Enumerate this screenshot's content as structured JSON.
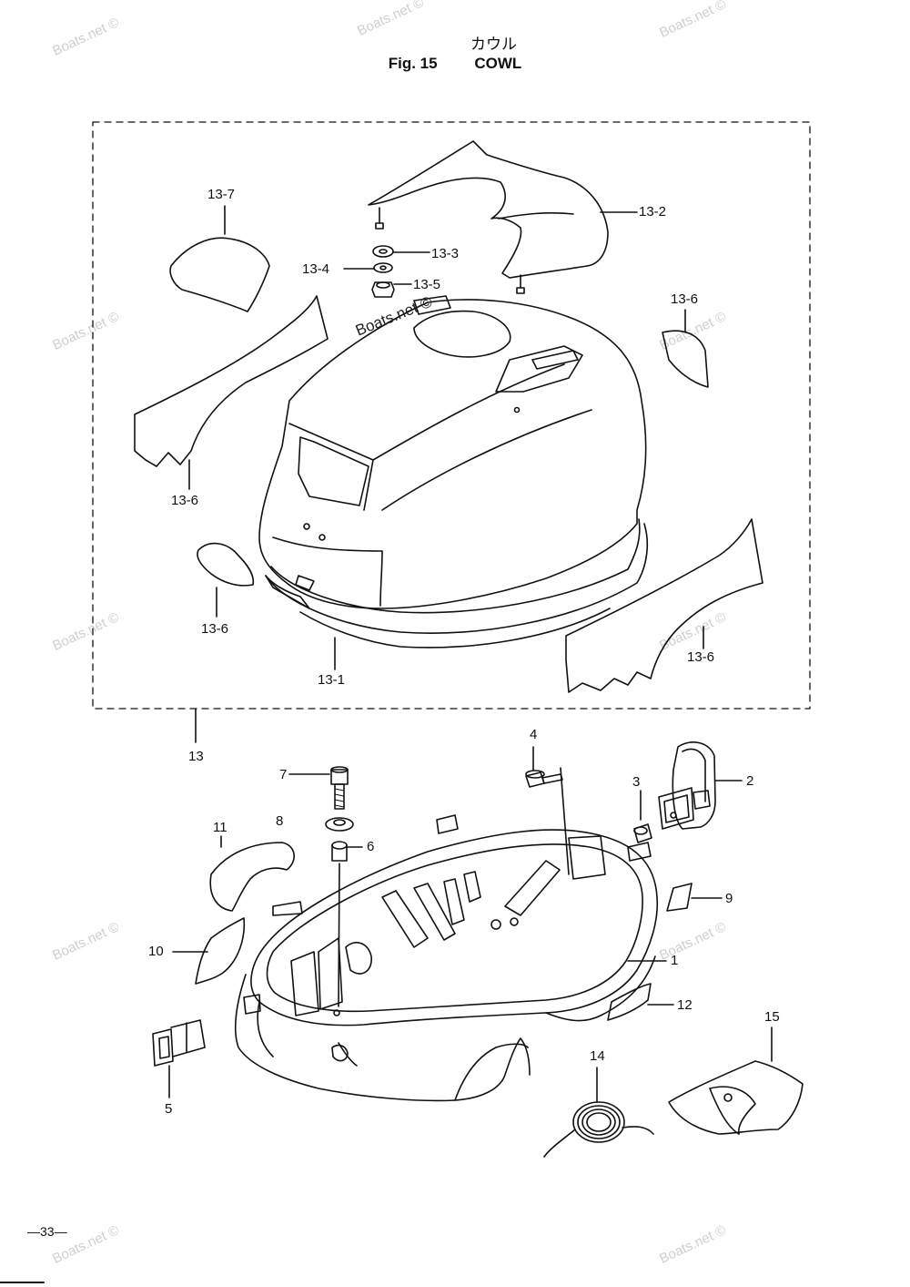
{
  "header": {
    "title_jp": "カウル",
    "fig_label": "Fig. 15",
    "title_en": "COWL"
  },
  "watermark": "Boats.net ©",
  "inline_watermark": "Boats.net ©",
  "callouts": {
    "c13_7": "13-7",
    "c13_2": "13-2",
    "c13_3": "13-3",
    "c13_4": "13-4",
    "c13_5": "13-5",
    "c13_6_right_top": "13-6",
    "c13_6_left": "13-6",
    "c13_6_small": "13-6",
    "c13_6_bottom_right": "13-6",
    "c13_1": "13-1",
    "c13": "13",
    "c4": "4",
    "c7": "7",
    "c3": "3",
    "c2": "2",
    "c11": "11",
    "c8": "8",
    "c6": "6",
    "c9": "9",
    "c10": "10",
    "c1": "1",
    "c12": "12",
    "c15": "15",
    "c14": "14",
    "c5": "5"
  },
  "footer": {
    "page_number": "—33—"
  }
}
